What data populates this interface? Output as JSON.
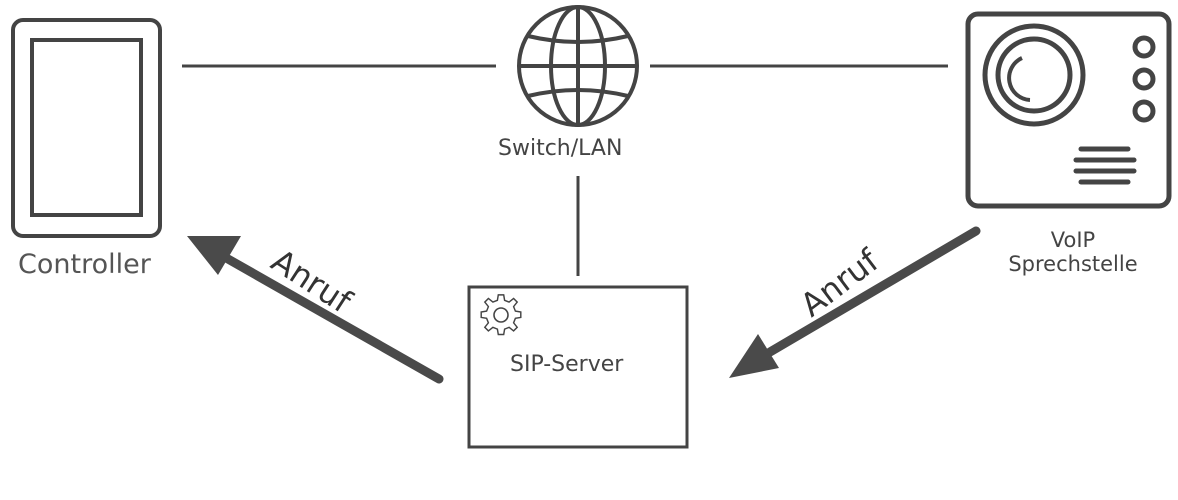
{
  "nodes": {
    "controller": {
      "label": "Controller",
      "icon": "tablet-icon"
    },
    "switch": {
      "label": "Switch/LAN",
      "icon": "globe-icon"
    },
    "sip_server": {
      "label": "SIP-Server",
      "icon": "gear-icon"
    },
    "voip": {
      "label_line1": "VoIP",
      "label_line2": "Sprechstelle",
      "icon": "door-intercom-icon"
    }
  },
  "arrows": {
    "to_controller": {
      "label": "Anruf"
    },
    "to_sip_server": {
      "label": "Anruf"
    }
  },
  "colors": {
    "stroke": "#444444",
    "arrow": "#4a4a4a",
    "text": "#444444"
  }
}
